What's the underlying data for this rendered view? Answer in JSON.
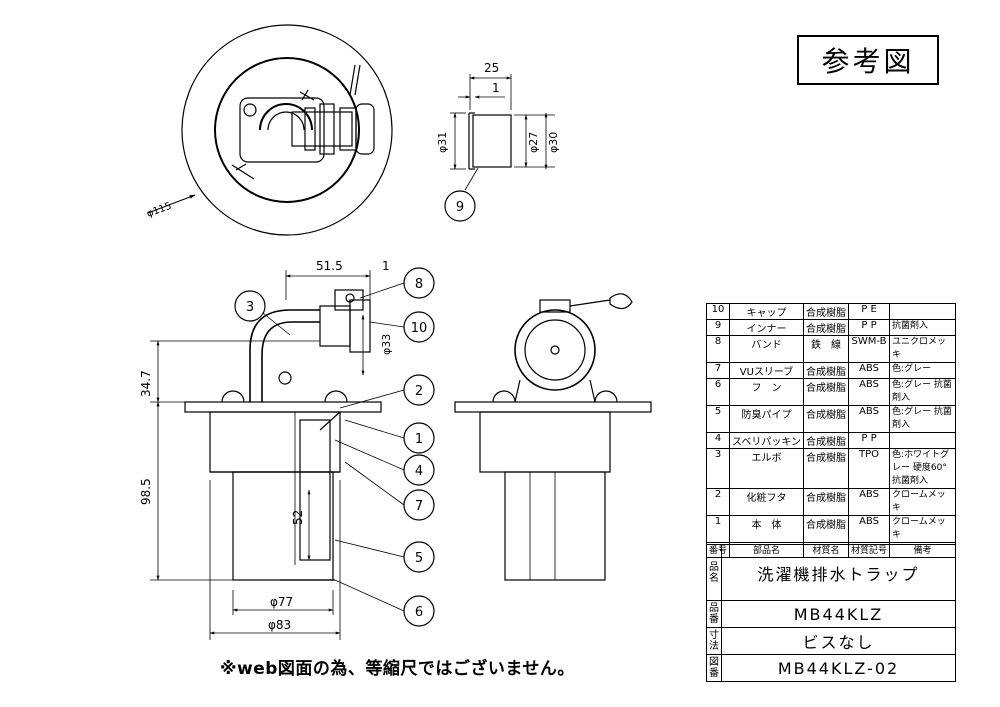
{
  "reference_label": "参考図",
  "note": "※web図面の為、等縮尺ではございません。",
  "dimensions": {
    "top_diameter": "φ115",
    "inner_len": "25",
    "inner_lip": "1",
    "inner_d31": "φ31",
    "inner_d27": "φ27",
    "inner_d30": "φ30",
    "elbow_offset": "51.5",
    "elbow_gap": "1",
    "elbow_d33": "φ33",
    "height_upper": "34.7",
    "height_lower": "98.5",
    "depth_52": "52",
    "d77": "φ77",
    "d83": "φ83"
  },
  "balloons": [
    "1",
    "2",
    "3",
    "4",
    "5",
    "6",
    "7",
    "8",
    "9",
    "10"
  ],
  "parts_table": {
    "rows": [
      {
        "no": "10",
        "name": "キャップ",
        "material": "合成樹脂",
        "code": "P E",
        "remark": ""
      },
      {
        "no": "9",
        "name": "インナー",
        "material": "合成樹脂",
        "code": "P P",
        "remark": "抗菌剤入"
      },
      {
        "no": "8",
        "name": "バンド",
        "material": "鉄　線",
        "code": "SWM-B",
        "remark": "ユニクロメッキ"
      },
      {
        "no": "7",
        "name": "VUスリーブ",
        "material": "合成樹脂",
        "code": "ABS",
        "remark": "色:グレー"
      },
      {
        "no": "6",
        "name": "フ　ン",
        "material": "合成樹脂",
        "code": "ABS",
        "remark": "色:グレー 抗菌剤入"
      },
      {
        "no": "5",
        "name": "防臭パイプ",
        "material": "合成樹脂",
        "code": "ABS",
        "remark": "色:グレー 抗菌剤入"
      },
      {
        "no": "4",
        "name": "スベリパッキン",
        "material": "合成樹脂",
        "code": "P P",
        "remark": ""
      },
      {
        "no": "3",
        "name": "エルボ",
        "material": "合成樹脂",
        "code": "TPO",
        "remark": "色:ホワイトグレー 硬度60° 抗菌剤入"
      },
      {
        "no": "2",
        "name": "化粧フタ",
        "material": "合成樹脂",
        "code": "ABS",
        "remark": "クロームメッキ"
      },
      {
        "no": "1",
        "name": "本　体",
        "material": "合成樹脂",
        "code": "ABS",
        "remark": "クロームメッキ"
      }
    ],
    "header": {
      "no": "番号",
      "name": "部品名",
      "material": "材質名",
      "code": "材質記号",
      "remark": "備考"
    }
  },
  "title_block": {
    "name_label": "品名",
    "name_value": "洗濯機排水トラップ",
    "part_label": "品番",
    "part_value": "MB44KLZ",
    "method_label": "寸法",
    "method_value": "ビスなし",
    "drawing_label": "図番",
    "drawing_value": "MB44KLZ-02"
  }
}
